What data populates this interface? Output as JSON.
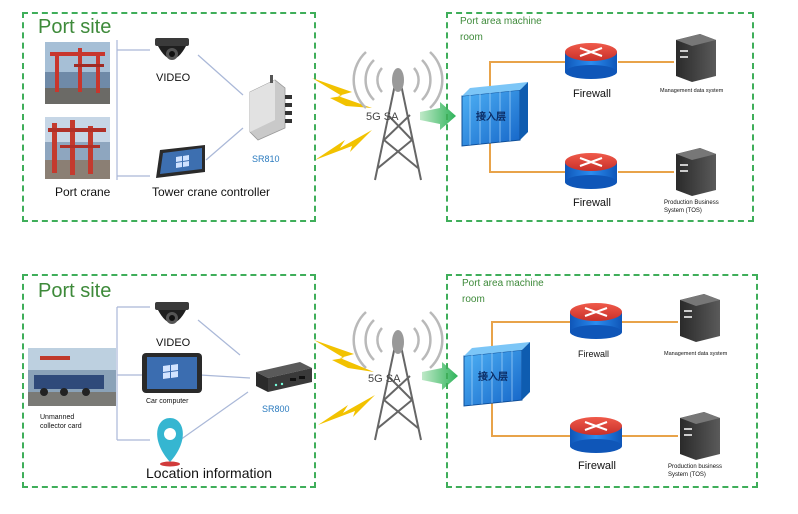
{
  "top": {
    "port_site": {
      "title": "Port site",
      "crane_label": "Port crane",
      "video_label": "VIDEO",
      "controller_label": "Tower crane controller",
      "router_label": "SR810"
    },
    "link_label": "5G SA",
    "machine_room": {
      "title": "Port area machine room",
      "switch_text": "接入层",
      "firewall1": "Firewall",
      "firewall2": "Firewall",
      "server1": "Management data system",
      "server2": "Production Business System (TOS)"
    }
  },
  "bottom": {
    "port_site": {
      "title": "Port site",
      "vehicle_label": "Unmanned collector card",
      "video_label": "VIDEO",
      "computer_label": "Car computer",
      "location_label": "Location information",
      "router_label": "SR800"
    },
    "link_label": "5G SA",
    "machine_room": {
      "title": "Port area machine room",
      "switch_text": "接入层",
      "firewall1": "Firewall",
      "firewall2": "Firewall",
      "server1": "Management data system",
      "server2": "Production business System (TOS)"
    }
  },
  "colors": {
    "dashed_border": "#3fae5a",
    "link_line": "#e8a34a",
    "lightning": "#f2c200",
    "switch_blue": "#1e7fd6",
    "firewall_blue": "#1b6fd0",
    "arrow_green": "#3bb75a"
  }
}
